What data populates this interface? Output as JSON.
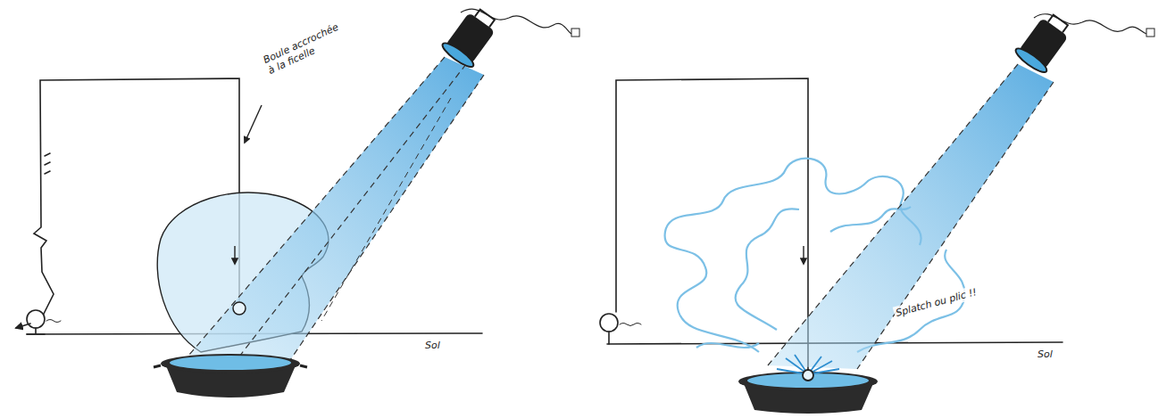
{
  "diagram": {
    "labels": [
      "Boule accrochée à la ficelle",
      "Splatch ou plic !!",
      "Sol",
      "Sol"
    ]
  }
}
